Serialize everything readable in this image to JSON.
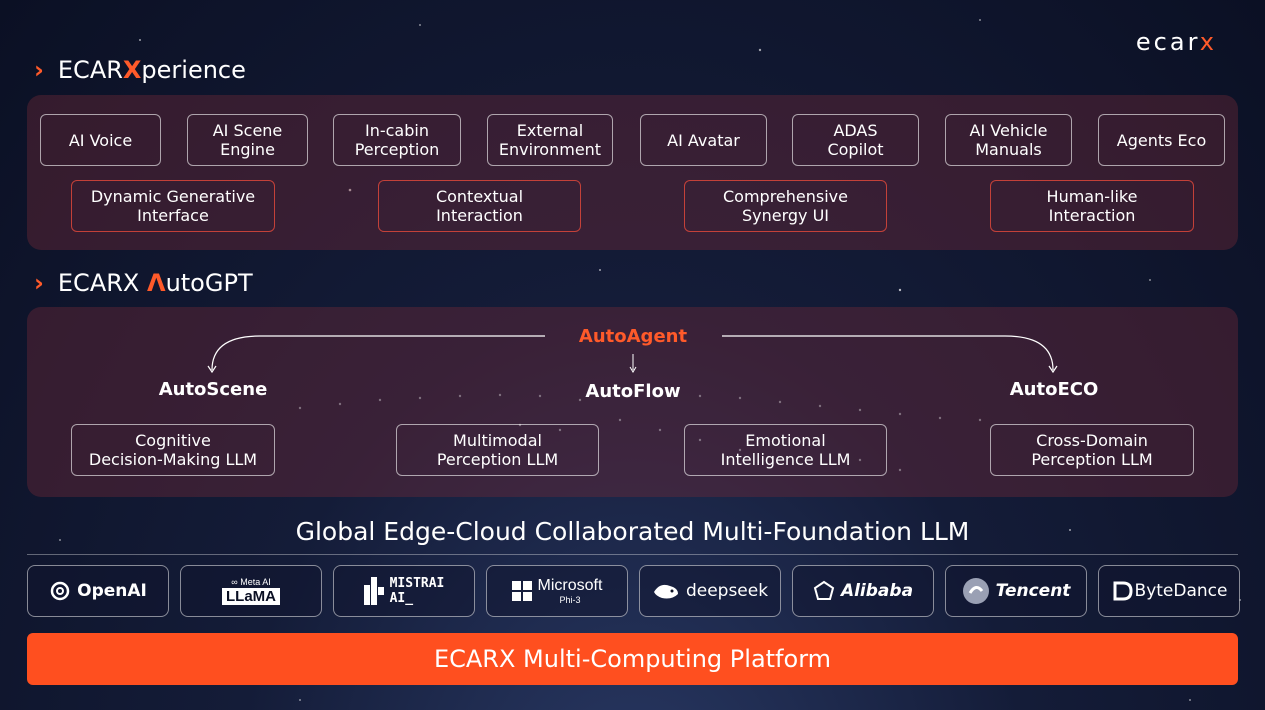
{
  "logo": {
    "main": "ecar",
    "accent": "x"
  },
  "experience": {
    "head_main": "ECAR",
    "head_x": "X",
    "head_rest": "perience",
    "top_row": [
      "AI Voice",
      "AI Scene\nEngine",
      "In-cabin\nPerception",
      "External\nEnvironment",
      "AI Avatar",
      "ADAS\nCopilot",
      "AI Vehicle\nManuals",
      "Agents Eco"
    ],
    "bottom_row": [
      "Dynamic Generative\nInterface",
      "Contextual\nInteraction",
      "Comprehensive\nSynergy UI",
      "Human-like\nInteraction"
    ]
  },
  "autogpt": {
    "head_main": "ECARX ",
    "head_x": "Λ",
    "head_rest": "utoGPT",
    "agent": "AutoAgent",
    "scene": "AutoScene",
    "flow": "AutoFlow",
    "eco": "AutoECO",
    "llms": [
      "Cognitive\nDecision-Making LLM",
      "Multimodal\nPerception LLM",
      "Emotional\nIntelligence LLM",
      "Cross-Domain\nPerception LLM"
    ]
  },
  "global_title": "Global Edge-Cloud Collaborated Multi-Foundation LLM",
  "models": {
    "openai": "OpenAI",
    "meta_small": "∞ Meta AI",
    "llama": "LLaMA",
    "mistral": "MISTRAI\nAI_",
    "microsoft": "Microsoft",
    "phi": "Phi-3",
    "deepseek": "deepseek",
    "alibaba": "Alibaba",
    "tencent": "Tencent",
    "bytedance": "ByteDance"
  },
  "platform": "ECARX Multi-Computing Platform",
  "colors": {
    "accent": "#ff5a2a",
    "panel": "#6e2837",
    "platform": "#ff4f1f"
  }
}
